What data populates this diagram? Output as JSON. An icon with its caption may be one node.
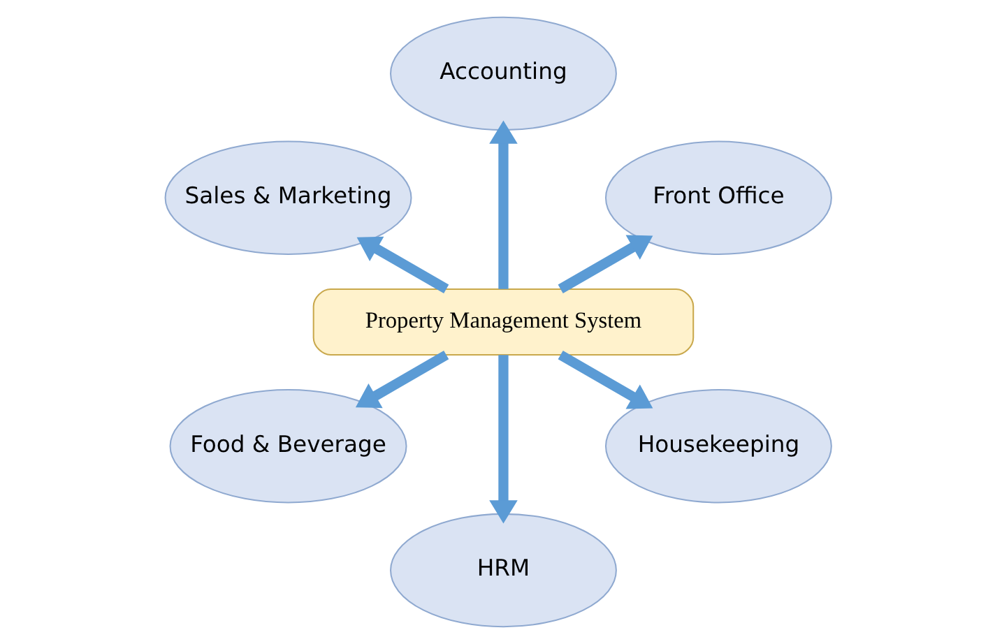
{
  "diagram": {
    "nodes": [
      {
        "text": [
          "Front Office"
        ]
      },
      {
        "text": [
          "Accounting"
        ]
      },
      {
        "text": [
          "Sales & Marketing"
        ]
      },
      {
        "text": [
          "Property Management System"
        ]
      },
      {
        "text": [
          "Food & Beverage"
        ]
      },
      {
        "text": [
          "HRM"
        ]
      },
      {
        "text": [
          "Housekeeping"
        ]
      }
    ],
    "edges": [
      {
        "from": 3,
        "to": 0,
        "arrow": "to"
      },
      {
        "from": 3,
        "to": 1,
        "arrow": "to"
      },
      {
        "from": 3,
        "to": 2,
        "arrow": "to"
      },
      {
        "from": 3,
        "to": 4,
        "arrow": "to"
      },
      {
        "from": 3,
        "to": 5,
        "arrow": "to"
      },
      {
        "from": 3,
        "to": 6,
        "arrow": "to"
      }
    ]
  }
}
